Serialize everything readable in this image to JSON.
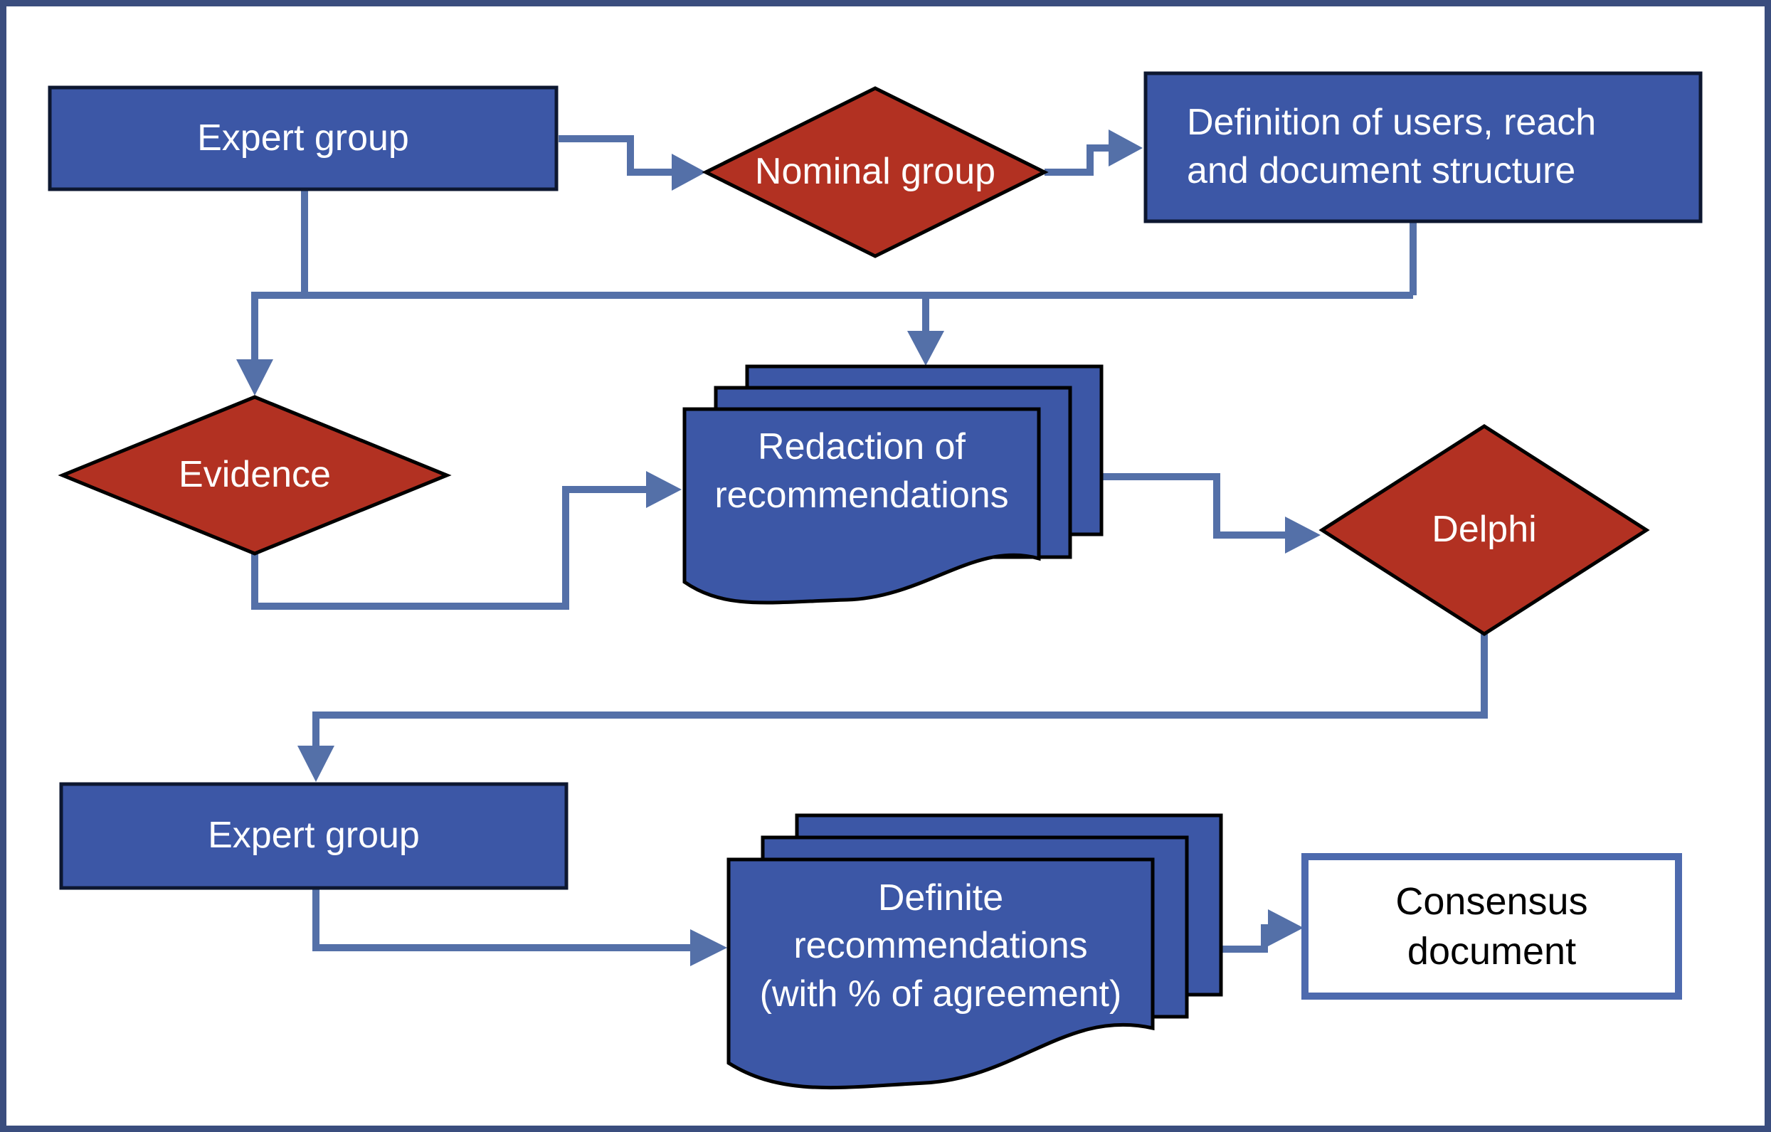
{
  "figure": {
    "type": "flowchart",
    "description": "Consensus document development process flowchart"
  },
  "colors": {
    "node_fill": "#3c57a6",
    "decision_fill": "#b23122",
    "edge_color": "#5470a8",
    "node_stroke": "#0d1730",
    "shape_stroke": "#000000",
    "frame_color": "#3a4d7e",
    "consensus_border": "#4d6aae",
    "label_color": "#ffffff",
    "consensus_text": "#000000",
    "canvas_bg": "#ffffff"
  },
  "nodes": {
    "expert_group_1": {
      "shape": "rectangle",
      "label": "Expert group"
    },
    "nominal_group": {
      "shape": "diamond",
      "label": "Nominal group"
    },
    "definition": {
      "shape": "rectangle",
      "label": "Definition of users, reach and document structure",
      "lines": [
        "Definition of users, reach",
        "and document structure"
      ]
    },
    "evidence": {
      "shape": "diamond",
      "label": "Evidence"
    },
    "redaction": {
      "shape": "document-stack",
      "label": "Redaction of recommendations",
      "lines": [
        "Redaction of",
        "recommendations"
      ]
    },
    "delphi": {
      "shape": "diamond",
      "label": "Delphi"
    },
    "expert_group_2": {
      "shape": "rectangle",
      "label": "Expert group"
    },
    "definite": {
      "shape": "document-stack",
      "label": "Definite recommendations (with % of agreement)",
      "lines": [
        "Definite",
        "recommendations",
        "(with % of agreement)"
      ]
    },
    "consensus": {
      "shape": "rectangle-outline",
      "label": "Consensus document",
      "lines": [
        "Consensus",
        "document"
      ]
    }
  },
  "edges": [
    {
      "from": "expert_group_1",
      "to": "nominal_group"
    },
    {
      "from": "nominal_group",
      "to": "definition"
    },
    {
      "from": "expert_group_1",
      "to": "evidence"
    },
    {
      "from": "definition",
      "to": "redaction"
    },
    {
      "from": "evidence",
      "to": "redaction"
    },
    {
      "from": "redaction",
      "to": "delphi"
    },
    {
      "from": "delphi",
      "to": "expert_group_2"
    },
    {
      "from": "expert_group_2",
      "to": "definite"
    },
    {
      "from": "definite",
      "to": "consensus"
    }
  ]
}
